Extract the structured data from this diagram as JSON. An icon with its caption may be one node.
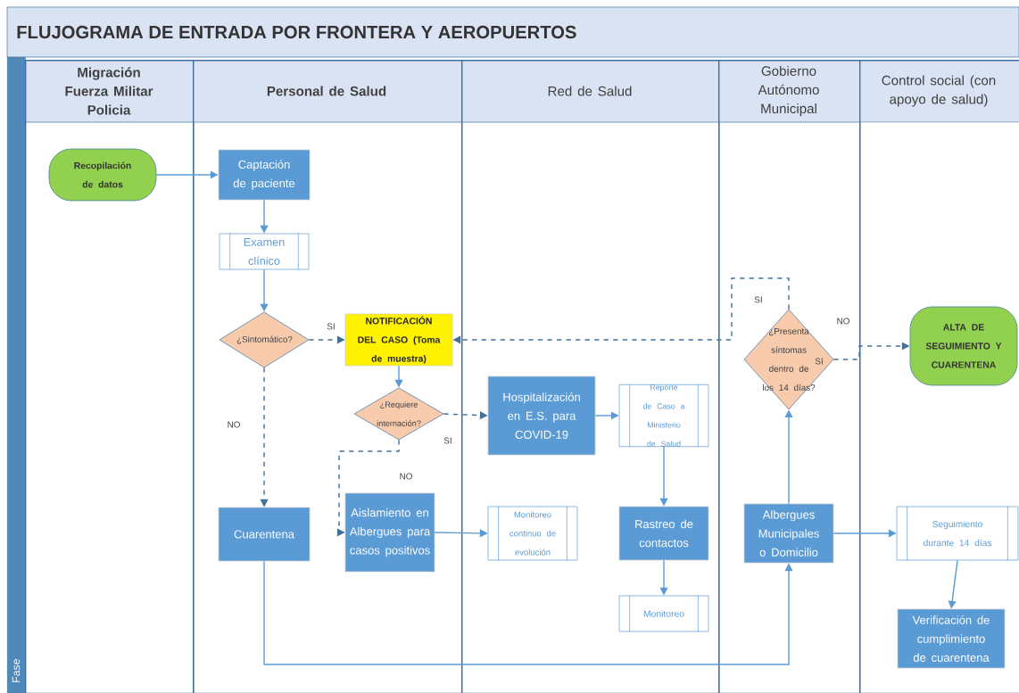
{
  "diagram": {
    "title": "FLUJOGRAMA DE ENTRADA POR FRONTERA Y AEROPUERTOS",
    "nodes": [
      {
        "text": [
          "Fase"
        ]
      },
      {
        "text": [
          "Migración Fuerza Militar Policia"
        ]
      },
      {
        "text": [
          "Personal de Salud"
        ]
      },
      {
        "text": [
          "Red de Salud"
        ]
      },
      {
        "text": [
          "Gobierno Autónomo Municipal"
        ]
      },
      {
        "text": [
          "Control social (con apoyo de salud)"
        ]
      },
      {
        "text": [
          "Recopilación de datos"
        ],
        "in": 1
      },
      {
        "text": [
          "Captación de paciente"
        ],
        "in": 2
      },
      {
        "text": [
          "Examen clínico"
        ],
        "in": 2
      },
      {
        "text": [
          "¿Sintomático?"
        ],
        "in": 2
      },
      {
        "text": [
          "NOTIFICACIÓN DEL CASO (Toma de muestra)"
        ],
        "in": 2
      },
      {
        "text": [
          "¿Requiere internación?"
        ],
        "in": 2
      },
      {
        "text": [
          "Cuarentena"
        ],
        "in": 2
      },
      {
        "text": [
          "Aislamiento en Albergues para casos positivos"
        ],
        "in": 2
      },
      {
        "text": [
          "Hospitalización en E.S. para COVID-19"
        ],
        "in": 3
      },
      {
        "text": [
          "Reporte de Caso a Ministerio de Salud"
        ],
        "in": 3
      },
      {
        "text": [
          "Monitoreo continuo de evolución"
        ],
        "in": 3
      },
      {
        "text": [
          "Rastreo de contactos"
        ],
        "in": 3
      },
      {
        "text": [
          "Monitoreo"
        ],
        "in": 3
      },
      {
        "text": [
          "¿Presenta síntomas dentro de los 14 días?"
        ],
        "in": 4
      },
      {
        "text": [
          "Albergues Municipales o Domicilio"
        ],
        "in": 4
      },
      {
        "text": [
          "ALTA DE SEGUIMIENTO Y CUARENTENA"
        ],
        "in": 5
      },
      {
        "text": [
          "Seguimiento durante 14 días"
        ],
        "in": 5
      },
      {
        "text": [
          "Verificación de cumplimiento de cuarentena"
        ],
        "in": 5
      }
    ],
    "edges": [
      {
        "from": 6,
        "to": 7,
        "arrow": "to"
      },
      {
        "from": 7,
        "to": 8,
        "arrow": "to"
      },
      {
        "from": 8,
        "to": 9,
        "arrow": "to"
      },
      {
        "from": 9,
        "to": 10,
        "arrow": "to",
        "label": "SI",
        "style": "dashed",
        "color": "#41719c"
      },
      {
        "from": 9,
        "to": 12,
        "arrow": "to",
        "label": "NO",
        "style": "dashed",
        "color": "#41719c"
      },
      {
        "from": 10,
        "to": 11,
        "arrow": "to"
      },
      {
        "from": 11,
        "to": 14,
        "arrow": "to",
        "label": "SI",
        "style": "dashed",
        "color": "#41719c"
      },
      {
        "from": 11,
        "to": 13,
        "arrow": "to",
        "label": "NO",
        "style": "dashed",
        "color": "#41719c"
      },
      {
        "from": 13,
        "to": 16,
        "arrow": "to"
      },
      {
        "from": 14,
        "to": 15,
        "arrow": "to"
      },
      {
        "from": 15,
        "to": 17,
        "arrow": "to"
      },
      {
        "from": 17,
        "to": 18,
        "arrow": "to"
      },
      {
        "from": 12,
        "to": 20,
        "arrow": "to"
      },
      {
        "from": 20,
        "to": 19,
        "arrow": "to"
      },
      {
        "from": 19,
        "to": 10,
        "arrow": "to",
        "label": "SI",
        "style": "dashed",
        "color": "#41719c"
      },
      {
        "from": 19,
        "to": 21,
        "arrow": "to",
        "label": "NO",
        "style": "dashed",
        "color": "#41719c"
      },
      {
        "from": 20,
        "to": 22,
        "arrow": "to"
      },
      {
        "from": 22,
        "to": 23,
        "arrow": "to"
      }
    ],
    "labels": [
      "SI"
    ]
  }
}
